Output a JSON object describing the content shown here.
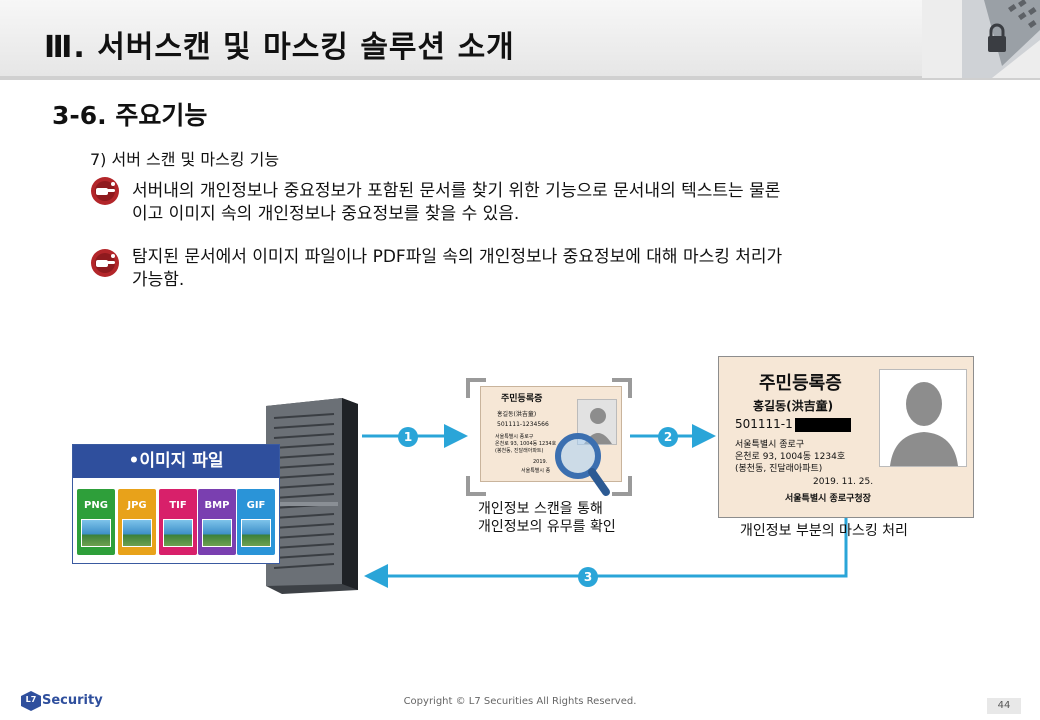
{
  "header": {
    "title": "Ⅲ. 서버스캔 및 마스킹 솔루션 소개"
  },
  "section": {
    "title": "3-6. 주요기능"
  },
  "subsection": {
    "title": "7) 서버 스캔 및 마스킹 기능"
  },
  "bullets": [
    {
      "line1": "서버내의 개인정보나 중요정보가 포함된 문서를 찾기 위한 기능으로 문서내의 텍스트는 물론",
      "line2": "이고 이미지 속의 개인정보나 중요정보를 찾을 수 있음."
    },
    {
      "line1": "탐지된 문서에서 이미지 파일이나 PDF파일 속의 개인정보나 중요정보에 대해 마스킹 처리가",
      "line2": "가능함."
    }
  ],
  "image_panel": {
    "title": "•이미지 파일",
    "formats": [
      {
        "label": "PNG",
        "color": "#2e9f3a"
      },
      {
        "label": "JPG",
        "color": "#e8a21a"
      },
      {
        "label": "TIF",
        "color": "#d8206a"
      },
      {
        "label": "BMP",
        "color": "#7a3fb0"
      },
      {
        "label": "GIF",
        "color": "#2a94d8"
      }
    ]
  },
  "steps": {
    "one": "1",
    "two": "2",
    "three": "3"
  },
  "scan_card": {
    "title": "주민등록증",
    "name": "홍길동(洪吉童)",
    "number": "501111-1234566",
    "address1": "서울특별시 종로구",
    "address2": "온천로 93, 1004동 1234호",
    "address3": "(봉천동, 진달래아파트)",
    "date": "2019.",
    "issuer": "서울특별시 종",
    "caption1": "개인정보 스캔을 통해",
    "caption2": "개인정보의 유무를 확인"
  },
  "masked_card": {
    "title": "주민등록증",
    "name": "홍길동(洪吉童)",
    "number": "501111-1",
    "address1": "서울특별시 종로구",
    "address2": "온천로 93, 1004동 1234호",
    "address3": "(봉천동, 진달래아파트)",
    "date": "2019. 11. 25.",
    "issuer": "서울특별시 종로구청장",
    "caption": "개인정보 부분의 마스킹 처리"
  },
  "colors": {
    "accent": "#2aa5d8",
    "panel_blue": "#2f4f9d",
    "card_bg": "#f6e7d6"
  },
  "footer": {
    "logo_text": "Security",
    "logo_mark": "L7",
    "copyright": "Copyright © L7 Securities All Rights Reserved.",
    "page": "44"
  }
}
